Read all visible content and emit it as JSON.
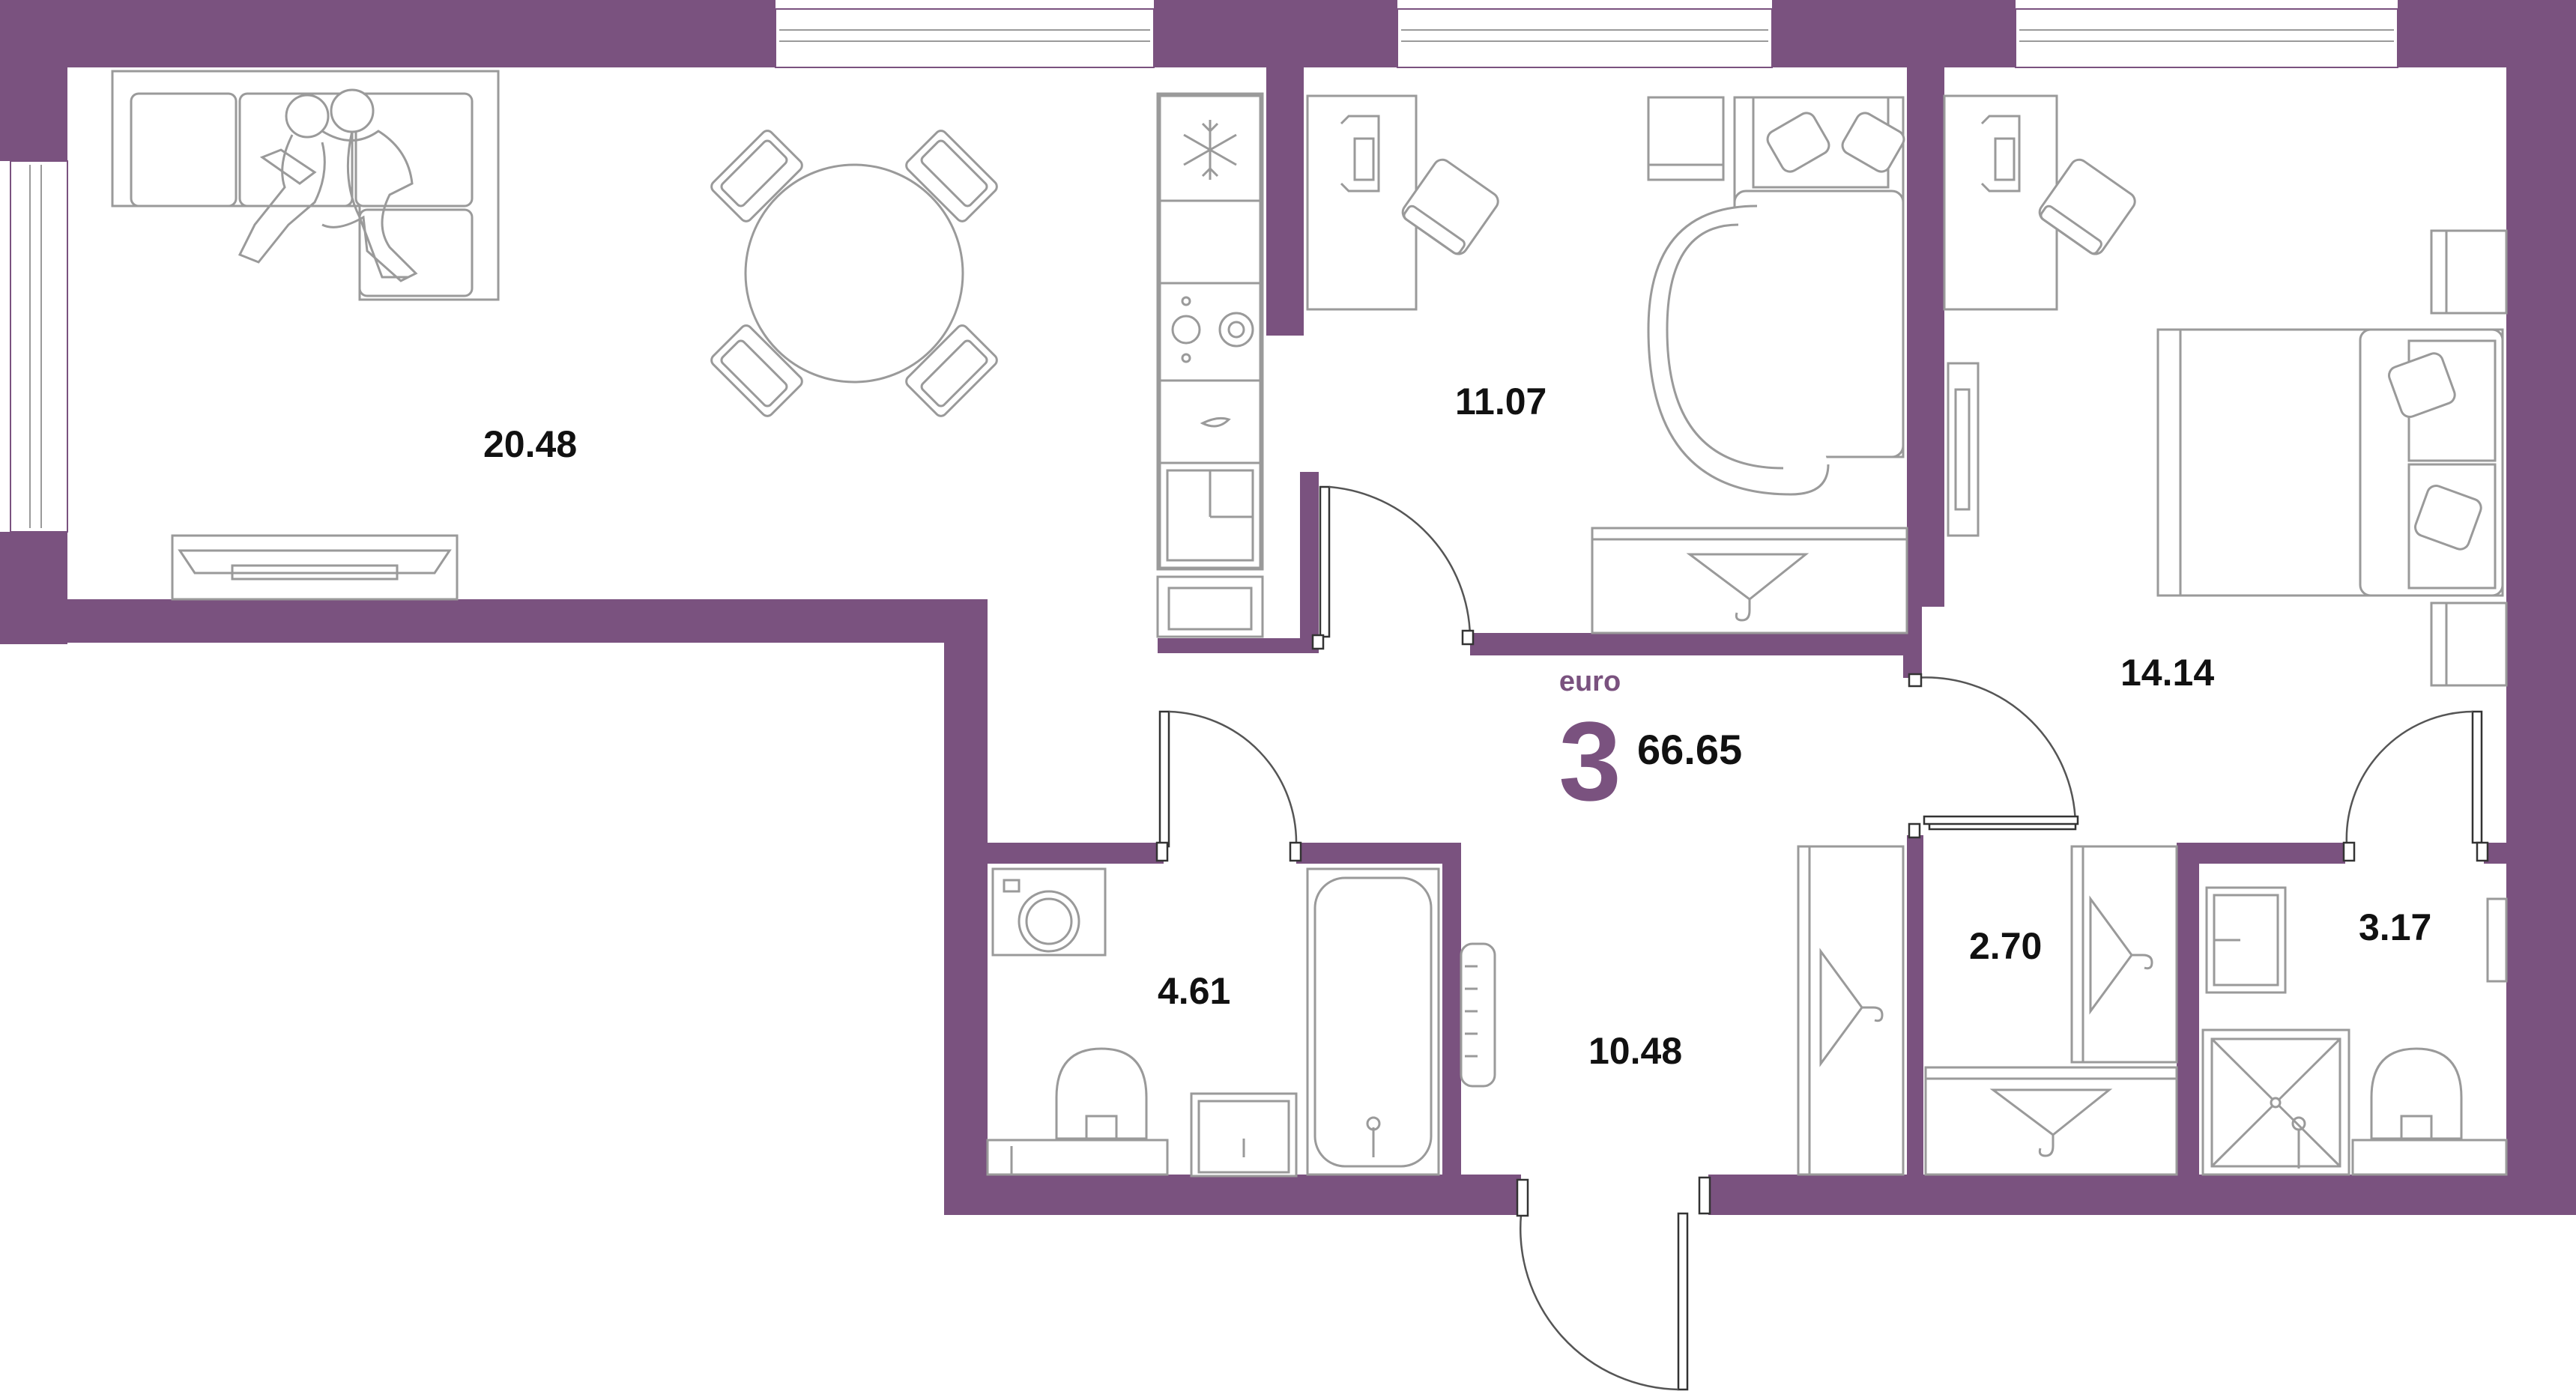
{
  "plan": {
    "apartment_type": "euro",
    "rooms_count": "3",
    "total_area": "66.65",
    "rooms": [
      {
        "id": "living-kitchen",
        "area": "20.48"
      },
      {
        "id": "bedroom-1",
        "area": "11.07"
      },
      {
        "id": "bedroom-2",
        "area": "14.14"
      },
      {
        "id": "bathroom",
        "area": "4.61"
      },
      {
        "id": "hallway",
        "area": "10.48"
      },
      {
        "id": "wardrobe",
        "area": "2.70"
      },
      {
        "id": "shower-room",
        "area": "3.17"
      }
    ]
  },
  "colors": {
    "wall": "#7a527f",
    "furniture_stroke": "#9a9a9a",
    "label_text": "#111111",
    "accent": "#7a527f"
  },
  "icons": [
    "snowflake-icon",
    "hanger-icon"
  ]
}
